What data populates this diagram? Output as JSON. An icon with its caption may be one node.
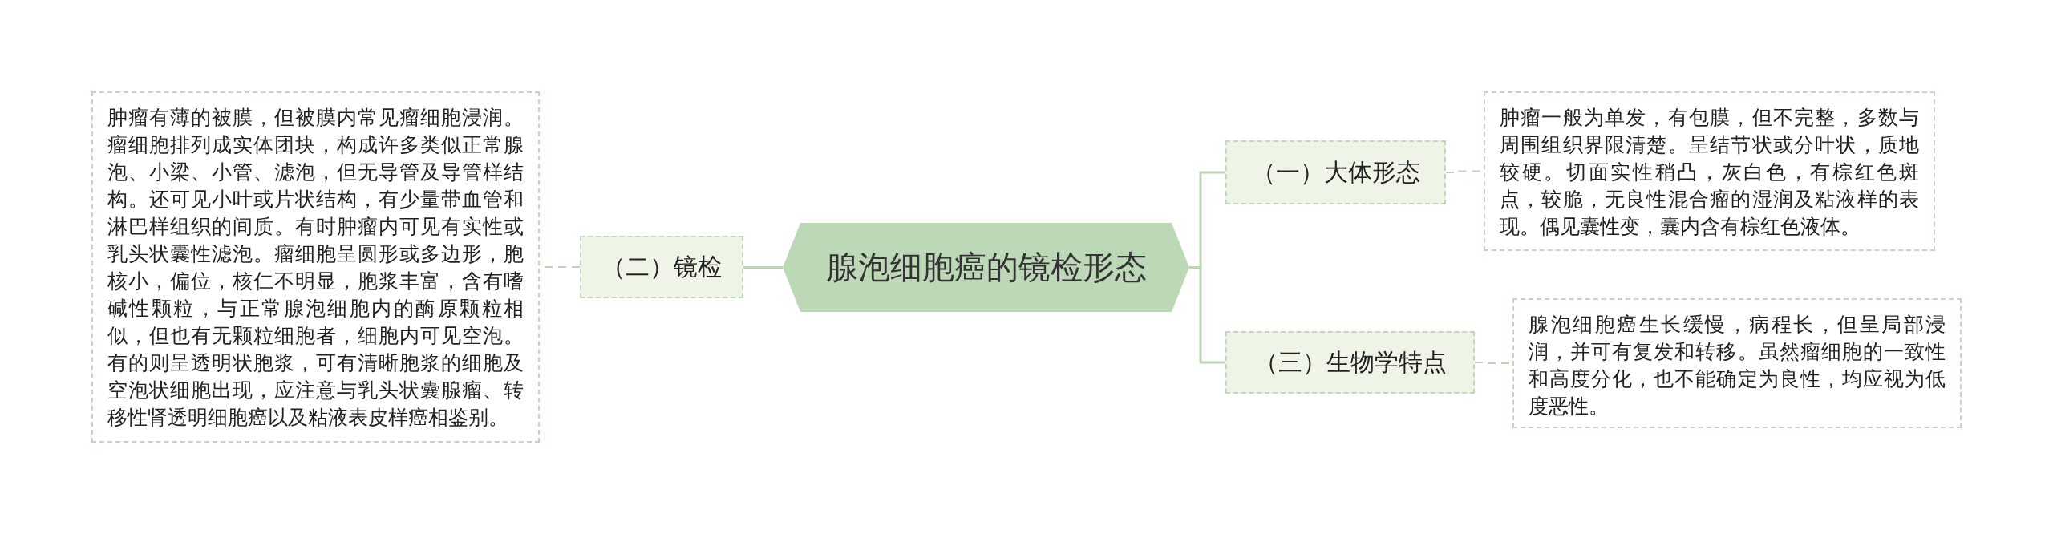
{
  "diagram": {
    "nodes": [
      {
        "text": [
          "腺泡细胞癌的镜检形态"
        ]
      },
      {
        "text": [
          "（一）大体形态"
        ]
      },
      {
        "text": [
          "肿瘤一般为单发，有包膜，但不完整，多数与周围组织界限清楚。呈结节状或分叶状，质地较硬。切面实性稍凸，灰白色，有棕红色斑点，较脆，无良性混合瘤的湿润及粘液样的表现。偶见囊性变，囊内含有棕红色液体。"
        ]
      },
      {
        "text": [
          "（二）镜检"
        ]
      },
      {
        "text": [
          "肿瘤有薄的被膜，但被膜内常见瘤细胞浸润。瘤细胞排列成实体团块，构成许多类似正常腺泡、小梁、小管、滤泡，但无导管及导管样结构。还可见小叶或片状结构，有少量带血管和淋巴样组织的间质。有时肿瘤内可见有实性或乳头状囊性滤泡。瘤细胞呈圆形或多边形，胞核小，偏位，核仁不明显，胞浆丰富，含有嗜碱性颗粒，与正常腺泡细胞内的酶原颗粒相似，但也有无颗粒细胞者，细胞内可见空泡。有的则呈透明状胞浆，可有清晰胞浆的细胞及空泡状细胞出现，应注意与乳头状囊腺瘤、转移性肾透明细胞癌以及粘液表皮样癌相鉴别。"
        ]
      },
      {
        "text": [
          "（三）生物学特点"
        ]
      },
      {
        "text": [
          "腺泡细胞癌生长缓慢，病程长，但呈局部浸润，并可有复发和转移。虽然瘤细胞的一致性和高度分化，也不能确定为良性，均应视为低度恶性。"
        ]
      }
    ],
    "edges": [
      {
        "from": 0,
        "to": 1,
        "arrow": "none"
      },
      {
        "from": 1,
        "to": 2,
        "arrow": "none",
        "style": "dashed"
      },
      {
        "from": 0,
        "to": 3,
        "arrow": "none"
      },
      {
        "from": 3,
        "to": 4,
        "arrow": "none",
        "style": "dashed"
      },
      {
        "from": 0,
        "to": 5,
        "arrow": "none"
      },
      {
        "from": 5,
        "to": 6,
        "arrow": "none",
        "style": "dashed"
      }
    ]
  }
}
